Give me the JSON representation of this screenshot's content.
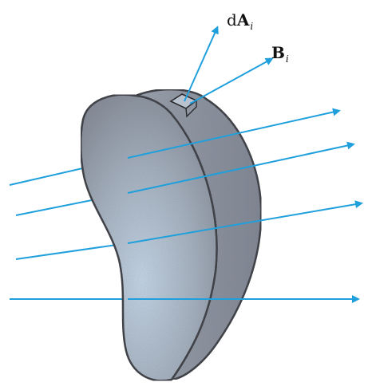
{
  "labels": {
    "area_element": {
      "prefix": "d",
      "symbol": "A",
      "subscript": "i"
    },
    "field": {
      "symbol": "B",
      "subscript": "i"
    }
  },
  "colors": {
    "arrow": "#1fa0dc",
    "surface_dark": "#8e939e",
    "surface_light": "#c6d5e3",
    "outline": "#2a2a2e",
    "background": "#ffffff"
  }
}
